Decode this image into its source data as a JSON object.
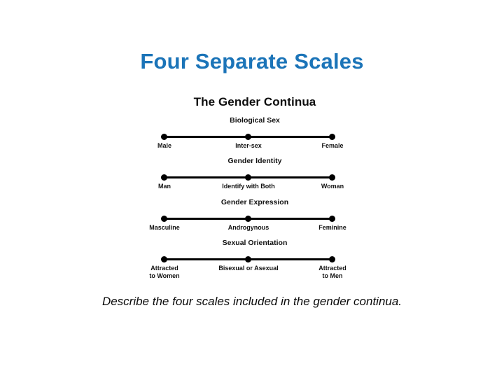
{
  "slide": {
    "title": "Four Separate Scales",
    "title_color": "#1b74b8",
    "caption": "Describe the four scales included in the gender continua.",
    "background_color": "#ffffff"
  },
  "diagram": {
    "title": "The Gender Continua",
    "line_color": "#000000",
    "text_color": "#111111",
    "scales": [
      {
        "name": "Biological Sex",
        "left": {
          "line1": "Male",
          "line2": ""
        },
        "center": {
          "line1": "Inter-sex",
          "line2": ""
        },
        "right": {
          "line1": "Female",
          "line2": ""
        }
      },
      {
        "name": "Gender Identity",
        "left": {
          "line1": "Man",
          "line2": ""
        },
        "center": {
          "line1": "Identify with Both",
          "line2": ""
        },
        "right": {
          "line1": "Woman",
          "line2": ""
        }
      },
      {
        "name": "Gender Expression",
        "left": {
          "line1": "Masculine",
          "line2": ""
        },
        "center": {
          "line1": "Androgynous",
          "line2": ""
        },
        "right": {
          "line1": "Feminine",
          "line2": ""
        }
      },
      {
        "name": "Sexual Orientation",
        "left": {
          "line1": "Attracted",
          "line2": "to Women"
        },
        "center": {
          "line1": "Bisexual or Asexual",
          "line2": ""
        },
        "right": {
          "line1": "Attracted",
          "line2": "to Men"
        }
      }
    ]
  }
}
